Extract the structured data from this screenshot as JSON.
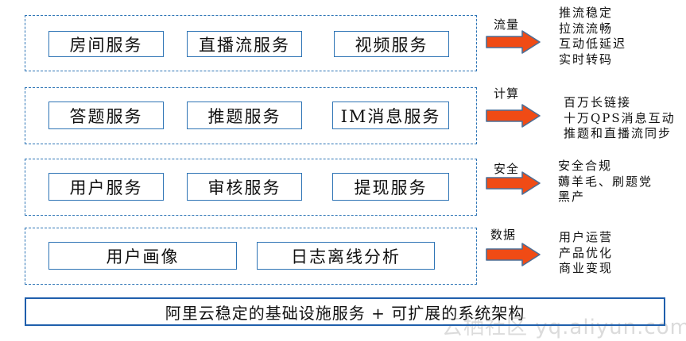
{
  "diagram": {
    "groups": [
      {
        "category": "流量",
        "boxes": [
          "房间服务",
          "直播流服务",
          "视频服务"
        ],
        "outcomes": [
          "推流稳定",
          "拉流流畅",
          "互动低延迟",
          "实时转码"
        ]
      },
      {
        "category": "计算",
        "boxes": [
          "答题服务",
          "推题服务",
          "IM消息服务"
        ],
        "outcomes": [
          "百万长链接",
          "十万QPS消息互动",
          "推题和直播流同步"
        ]
      },
      {
        "category": "安全",
        "boxes": [
          "用户服务",
          "审核服务",
          "提现服务"
        ],
        "outcomes": [
          "安全合规",
          "薅羊毛、刷题党",
          "黑产"
        ]
      },
      {
        "category": "数据",
        "boxes": [
          "用户画像",
          "日志离线分析"
        ],
        "outcomes": [
          "用户运营",
          "产品优化",
          "商业变现"
        ]
      }
    ],
    "banner": "阿里云稳定的基础设施服务 + 可扩展的系统架构",
    "watermark": "云栖社区 yq.aliyun.com"
  },
  "colors": {
    "box_border": "#2E74B5",
    "dashed_border": "#2E75B6",
    "banner_border": "#1F5FAC",
    "arrow_fill": "#F04B15",
    "arrow_stroke": "#4C6E96",
    "text": "#111111",
    "watermark": "#DBDBDB"
  }
}
